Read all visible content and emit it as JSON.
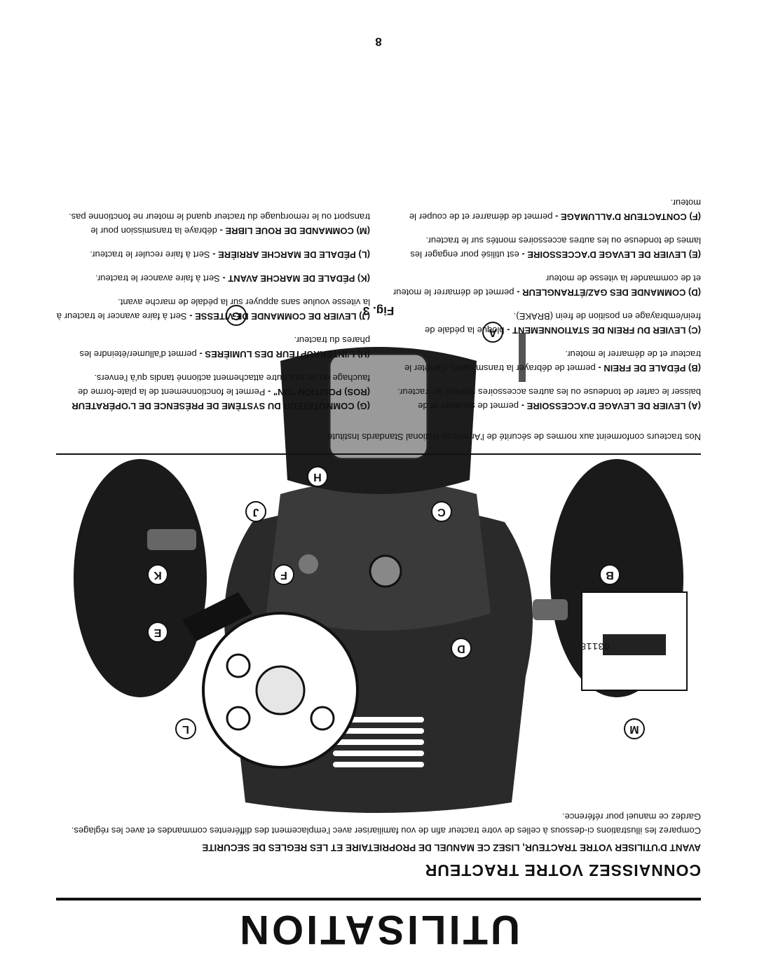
{
  "header": {
    "title": "UTILISATION",
    "subtitle": "CONNAISSEZ VOTRE TRACTEUR",
    "intro_heading": "AVANT D'UTILISER VOTRE TRACTEUR, LISEZ CE MANUEL DE PROPRIETAIRE ET LES REGLES DE SECURITE",
    "intro_text": "Comparez les illustrations ci-dessous à celles de votre tracteur afin de vou familiariser avec l'emplacement des différentes commandes et avec les réglages. Gardez ce manuel pour référence."
  },
  "figure": {
    "label": "Fig. 3",
    "number": "03118",
    "callouts": [
      "A",
      "B",
      "C",
      "D",
      "E",
      "F",
      "G",
      "H",
      "J",
      "K",
      "L",
      "M"
    ]
  },
  "note": "Nos tracteurs conformeint aux normes de sécurité de l'American National Standards Institute.",
  "controls_left": [
    {
      "key": "(A) LEVIER DE LEVAGE D'ACCESSOIRE -",
      "text": "permet de soulever et de baisser le carter de tondeuse ou les autres accessoires montés au tracteur."
    },
    {
      "key": "(B) PÉDALE DE FREIN -",
      "text": "permet de débrayer la transmission, d'arrêter le tracteur et de démarrer le moteur."
    },
    {
      "key": "(C) LEVIER DU FREIN DE STATIONNEMENT -",
      "text": "bloque la pédale de frein/embrayage en position de frein (BRAKE)."
    },
    {
      "key": "(D) COMMANDE DES GAZ/ÉTRANGLEUR -",
      "text": "permet de démarrer le moteur et de commander la vitesse de moteur"
    },
    {
      "key": "(E) LEVIER DE LEVAGE D'ACCESSOIRE -",
      "text": "est utilisé pour engager les lames de tondeuse ou les autres accessoires montés sur le tracteur."
    },
    {
      "key": "(F) CONTACTEUR D'ALLUMAGE -",
      "text": "permet de démarrer et de couper le moteur."
    }
  ],
  "controls_right": [
    {
      "key": "(G) COMMUTATEUR DU SYSTÈME DE PRÉSENCE DE L'OPÉRATEUR (ROS) POSITION \"ON\" -",
      "text": "Permet le fonctionnement de la plate-forme de fauchage ou de tout autre attachement actionné tandis qu'à l'envers."
    },
    {
      "key": "(H) L'INTERRUPTEUR DES LUMIÈRES -",
      "text": "permet d'allumer/éteindre les phares du tracteur."
    },
    {
      "key": "(J) LEVIER DE COMMANDE DE VITESSE -",
      "text": "Sert à faire avancer le tracteur à la vitesse voulue sans appuyer sur la pédale de marche avant."
    },
    {
      "key": "(K) PÉDALE DE MARCHE AVANT -",
      "text": "Sert à faire avancer le tracteur."
    },
    {
      "key": "(L) PÉDALE DE MARCHE ARRIÈRE -",
      "text": "Sert à faire reculer le tracteur."
    },
    {
      "key": "(M) COMMANDE DE ROUE LIBRE -",
      "text": "débraye la transmission pour le transport ou le remorquage du tracteur quand le moteur ne fonctionne pas."
    }
  ],
  "page_number": "8"
}
